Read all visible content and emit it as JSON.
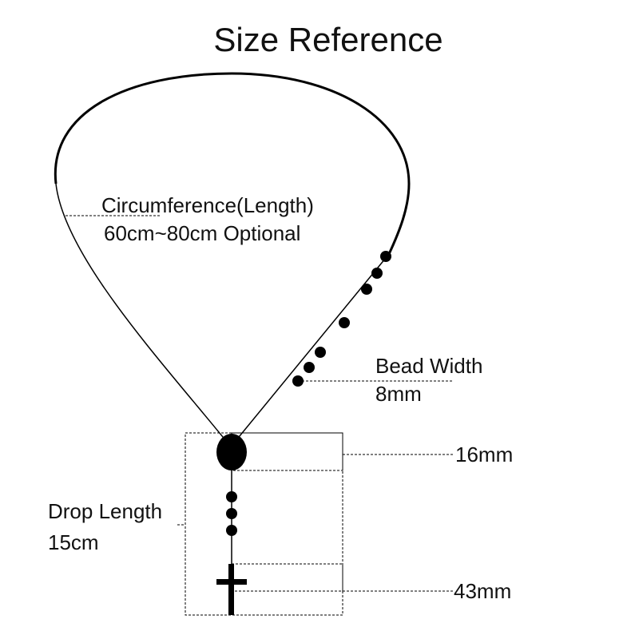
{
  "title": "Size Reference",
  "labels": {
    "circumference_line1": "Circumference(Length)",
    "circumference_line2": "60cm~80cm Optional",
    "bead_width_line1": "Bead Width",
    "bead_width_line2": "8mm",
    "centerpiece_size": "16mm",
    "drop_length_line1": "Drop Length",
    "drop_length_line2": "15cm",
    "cross_size": "43mm"
  },
  "colors": {
    "ink": "#000000",
    "background": "#ffffff"
  }
}
